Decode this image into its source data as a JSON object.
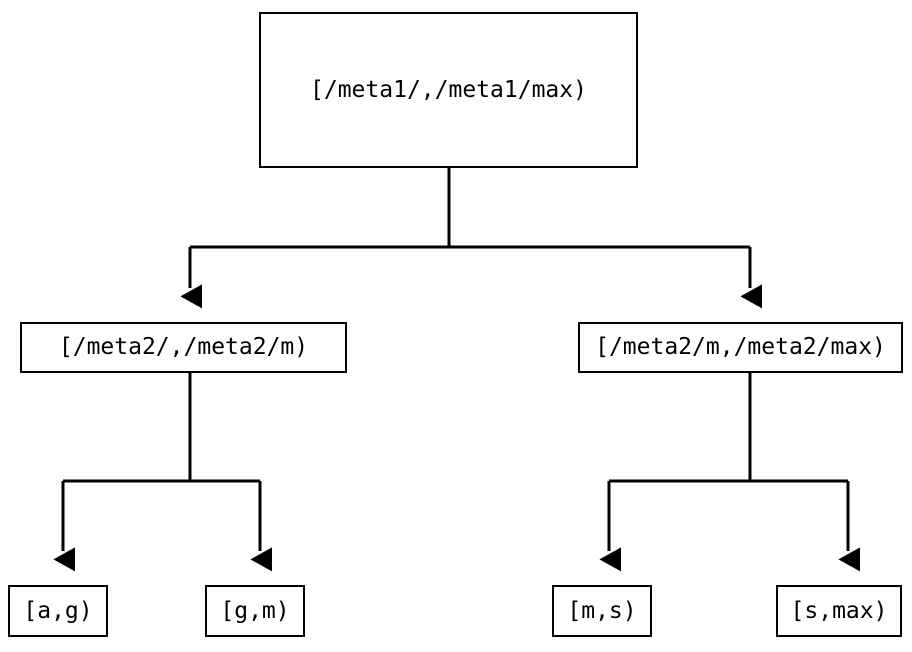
{
  "diagram": {
    "type": "tree",
    "title": "",
    "background_color": "#ffffff",
    "line_color": "#000000",
    "text_color": "#000000",
    "nodes": {
      "root": {
        "label": "[/meta1/,/meta1/max)"
      },
      "mid_left": {
        "label": "[/meta2/,/meta2/m)"
      },
      "mid_right": {
        "label": "[/meta2/m,/meta2/max)"
      },
      "leaf_1": {
        "label": "[a,g)"
      },
      "leaf_2": {
        "label": "[g,m)"
      },
      "leaf_3": {
        "label": "[m,s)"
      },
      "leaf_4": {
        "label": "[s,max)"
      }
    }
  }
}
